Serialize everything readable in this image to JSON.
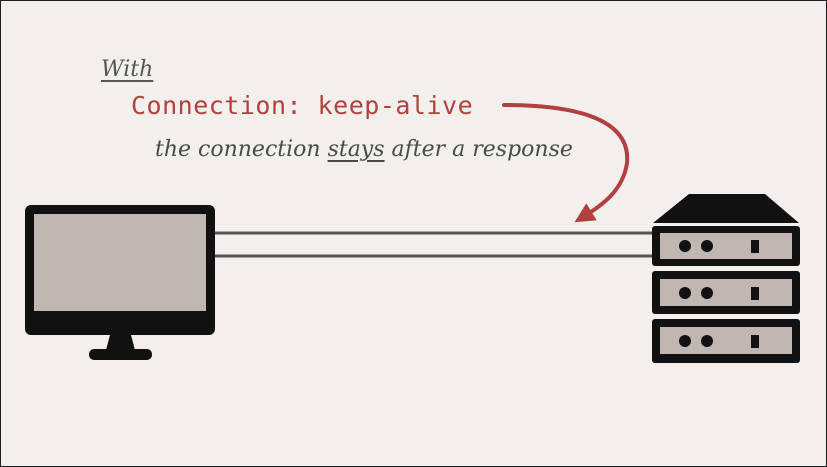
{
  "annotation": {
    "with_label": "With",
    "header_text": "Connection: keep-alive",
    "explanation_before": "the connection",
    "explanation_emphasis": "stays",
    "explanation_after": "after a response"
  },
  "colors": {
    "background": "#f2efec",
    "accent": "#b0413e",
    "text": "#4a4a4a",
    "device": "#111111",
    "screen": "#c0b7b3",
    "connection_line": "#555555"
  },
  "icons": {
    "client": "computer-monitor-icon",
    "server": "server-rack-icon"
  }
}
